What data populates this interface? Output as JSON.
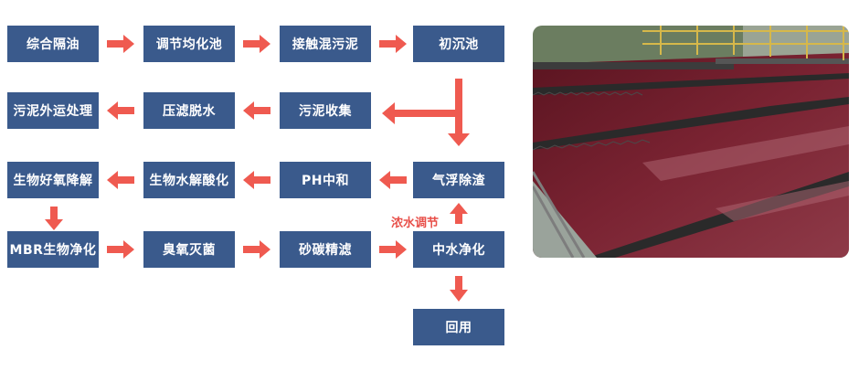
{
  "colors": {
    "box": "#3a5a8c",
    "arrow": "#ef5a50",
    "text": "#ffffff",
    "note": "#e8504a"
  },
  "nodes": {
    "n1": "综合隔油",
    "n2": "调节均化池",
    "n3": "接触混污泥",
    "n4": "初沉池",
    "n5": "污泥外运处理",
    "n6": "压滤脱水",
    "n7": "污泥收集",
    "n8": "生物好氧降解",
    "n9": "生物水解酸化",
    "n10": "PH中和",
    "n11": "气浮除渣",
    "n12": "MBR生物净化",
    "n13": "臭氧灭菌",
    "n14": "砂碳精滤",
    "n15": "中水净化",
    "n16": "回用"
  },
  "edge_label": "浓水调节",
  "photo": {
    "subject": "sedimentation-tank-photo"
  }
}
